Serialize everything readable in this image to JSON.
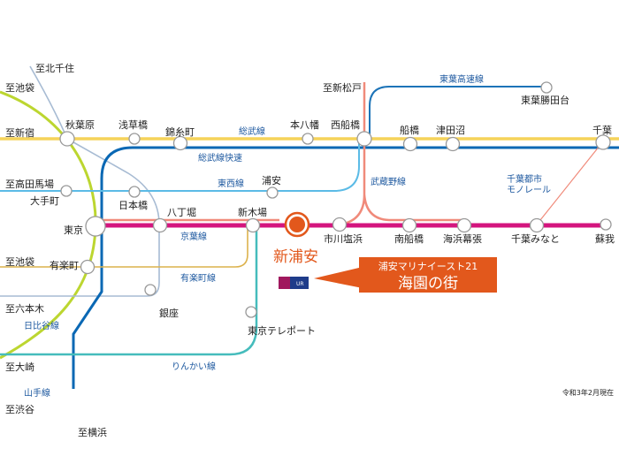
{
  "colors": {
    "yamanote": "#bcd630",
    "sobu": "#f5d35a",
    "sobu_rapid": "#0a68b4",
    "tozai": "#5bbbe6",
    "hibiya": "#a7bbd3",
    "keiyo": "#d4157e",
    "musashino": "#f08a7a",
    "toyo": "#1d74b8",
    "yurakucho": "#dcb24c",
    "rinkai": "#45bcbc",
    "accent": "#e2581c"
  },
  "terminals": {
    "kitasenju": "至北千住",
    "ikebukuro1": "至池袋",
    "shinjuku": "至新宿",
    "takadanobaba": "至高田馬場",
    "ikebukuro2": "至池袋",
    "roppongi": "至六本木",
    "osaki": "至大崎",
    "shibuya": "至渋谷",
    "yokohama": "至横浜",
    "shinmatsudo": "至新松戸"
  },
  "stations": {
    "akihabara": "秋葉原",
    "asakusabashi": "浅草橋",
    "kinshicho": "錦糸町",
    "motoyawata": "本八幡",
    "nishifunabashi": "西船橋",
    "funabashi": "船橋",
    "tsudanuma": "津田沼",
    "chiba": "千葉",
    "otemachi": "大手町",
    "nihonbashi": "日本橋",
    "urayasu": "浦安",
    "tokyo": "東京",
    "hatchobori": "八丁堀",
    "shinkiba": "新木場",
    "shinurayasu": "新浦安",
    "ichikawashiohama": "市川塩浜",
    "minamifunabashi": "南船橋",
    "kaihinmakuhari": "海浜幕張",
    "chibaminato": "千葉みなと",
    "soga": "蘇我",
    "yurakucho": "有楽町",
    "ginza": "銀座",
    "tokyoteleport": "東京テレポート",
    "toyokatsutadai": "東葉勝田台"
  },
  "lines": {
    "sobu": "総武線",
    "sobu_rapid": "総武線快速",
    "tozai": "東西線",
    "keiyo": "京葉線",
    "yurakucho": "有楽町線",
    "hibiya": "日比谷線",
    "rinkai": "りんかい線",
    "yamanote": "山手線",
    "musashino": "武蔵野線",
    "toyo": "東葉高速線",
    "monorail_1": "千葉都市",
    "monorail_2": "モノレール"
  },
  "callout": {
    "line1": "浦安マリナイースト21",
    "line2": "海園の街"
  },
  "logo": {
    "text": "UR"
  },
  "footer": {
    "date": "令和3年2月現在"
  }
}
